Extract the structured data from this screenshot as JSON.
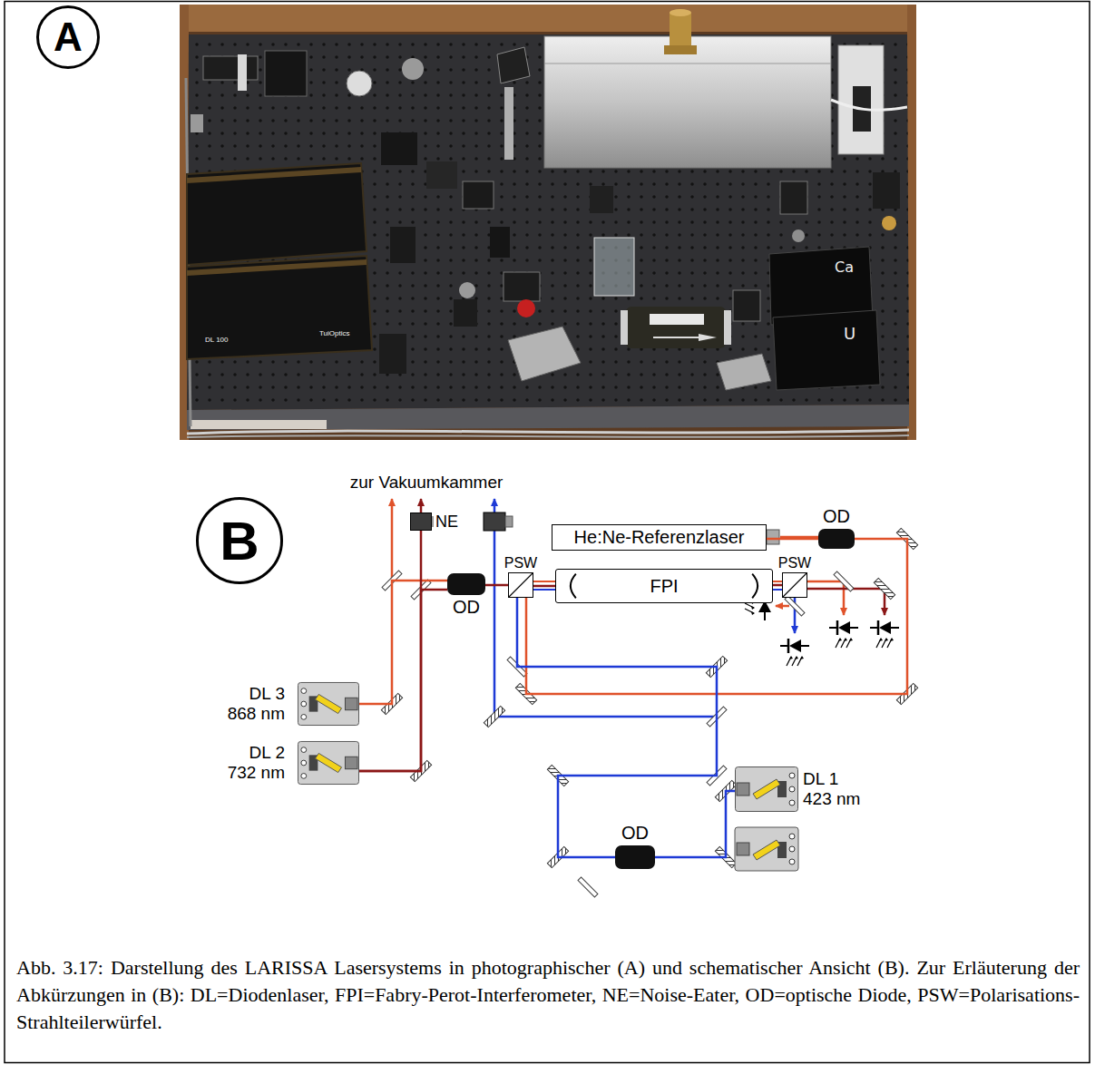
{
  "diagram": {
    "caption": "Abb. 3.17: Darstellung des LARISSA Lasersystems in photographischer (A) und schematischer Ansicht (B). Zur Erläuterung der Abkürzungen in (B): DL=Diodenlaser, FPI=Fabry-Perot-Interferometer, NE=Noise-Eater, OD=optische Diode, PSW=Polarisations-Strahlteilerwürfel.",
    "nodes": [
      {
        "text": [
          "A"
        ]
      },
      {
        "text": [
          "B"
        ]
      },
      {
        "text": [
          "He:Ne-Referenzlaser"
        ]
      },
      {
        "text": [
          "OD"
        ]
      },
      {
        "text": [
          "FPI"
        ]
      },
      {
        "text": [
          "PSW"
        ]
      },
      {
        "text": [
          "PSW"
        ]
      },
      {
        "text": [
          "OD"
        ]
      },
      {
        "text": [
          "NE"
        ]
      },
      {
        "text": [
          "DL 3",
          "868 nm"
        ]
      },
      {
        "text": [
          "DL 2",
          "732 nm"
        ]
      },
      {
        "text": [
          "DL 1",
          "423 nm"
        ]
      },
      {
        "text": [
          "OD"
        ]
      }
    ],
    "edges": [
      {
        "from": 2,
        "to": 3,
        "arrow": "none"
      },
      {
        "from": 3,
        "to": 5,
        "arrow": "none"
      },
      {
        "from": 5,
        "to": 4,
        "arrow": "none"
      },
      {
        "from": 4,
        "to": 6,
        "arrow": "none"
      },
      {
        "from": 9,
        "to": 7,
        "arrow": "none"
      },
      {
        "from": 10,
        "to": 7,
        "arrow": "none"
      },
      {
        "from": 10,
        "to": 8,
        "arrow": "none"
      },
      {
        "from": 7,
        "to": 5,
        "arrow": "none"
      },
      {
        "from": 11,
        "to": 12,
        "arrow": "none"
      },
      {
        "from": 12,
        "to": 5,
        "arrow": "none"
      }
    ],
    "labels": [
      "zur Vakuumkammer",
      "DL 100",
      "TuiOptics",
      "Ca",
      "U"
    ]
  }
}
